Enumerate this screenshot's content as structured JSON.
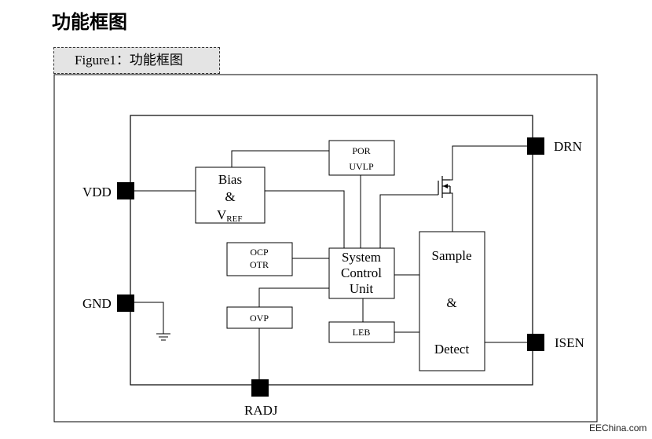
{
  "page": {
    "heading": "功能框图",
    "figure_caption": "Figure1：功能框图",
    "watermark": "EEChina.com"
  },
  "pins": {
    "vdd": "VDD",
    "gnd": "GND",
    "drn": "DRN",
    "isen": "ISEN",
    "radj": "RADJ"
  },
  "blocks": {
    "bias": {
      "line1": "Bias",
      "line2": "&",
      "line3": "V",
      "line3_sub": "REF"
    },
    "por": {
      "line1": "POR",
      "line2": "UVLP"
    },
    "ocp": {
      "line1": "OCP",
      "line2": "OTR"
    },
    "system": {
      "line1": "System",
      "line2": "Control",
      "line3": "Unit"
    },
    "ovp": {
      "label": "OVP"
    },
    "leb": {
      "label": "LEB"
    },
    "sample": {
      "line1": "Sample",
      "line2": "&",
      "line3": "Detect"
    }
  }
}
